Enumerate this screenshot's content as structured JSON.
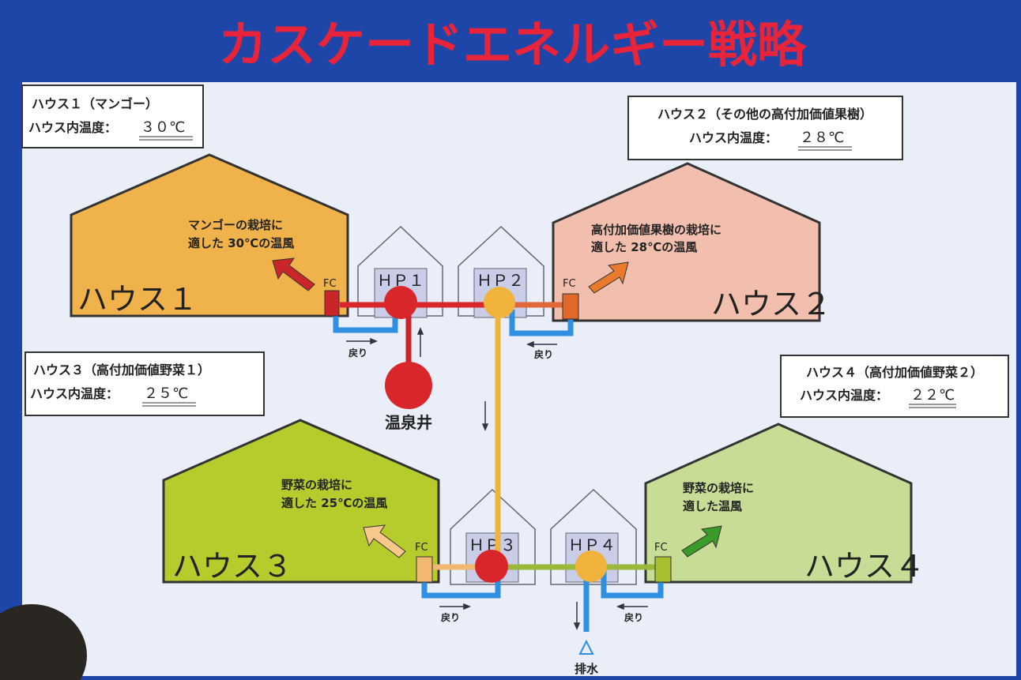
{
  "title": "カスケードエネルギー戦略",
  "colors": {
    "title": "#e8243a",
    "house1": "#f0b24a",
    "house2": "#f2bfae",
    "house3": "#b6cc2c",
    "house4": "#c7dd96",
    "hot": "#d8262a",
    "warm": "#f0b43c",
    "return": "#2f8fe0",
    "background": "#1d46a8",
    "slide": "#e9eef8"
  },
  "info": [
    {
      "name": "ハウス１（マンゴー）",
      "temp_label": "ハウス内温度：",
      "temp": "３０℃"
    },
    {
      "name": "ハウス２（その他の高付加価値果樹）",
      "temp_label": "ハウス内温度：",
      "temp": "２８℃"
    },
    {
      "name": "ハウス３（高付加価値野菜１）",
      "temp_label": "ハウス内温度：",
      "temp": "２５℃"
    },
    {
      "name": "ハウス４（高付加価値野菜２）",
      "temp_label": "ハウス内温度：",
      "temp": "２２℃"
    }
  ],
  "houses": [
    {
      "label": "ハウス１",
      "desc1": "マンゴーの栽培に",
      "desc2": "適した 30℃の温風"
    },
    {
      "label": "ハウス２",
      "desc1": "高付加価値果樹の栽培に",
      "desc2": "適した 28℃の温風"
    },
    {
      "label": "ハウス３",
      "desc1": "野菜の栽培に",
      "desc2": "適した 25℃の温風"
    },
    {
      "label": "ハウス４",
      "desc1": "野菜の栽培に",
      "desc2": "適した温風"
    }
  ],
  "fc_label": "FC",
  "heat_pumps": [
    "ＨＰ１",
    "ＨＰ２",
    "ＨＰ３",
    "ＨＰ４"
  ],
  "return_label": "戻り",
  "well_label": "温泉井",
  "drain_label": "排水"
}
